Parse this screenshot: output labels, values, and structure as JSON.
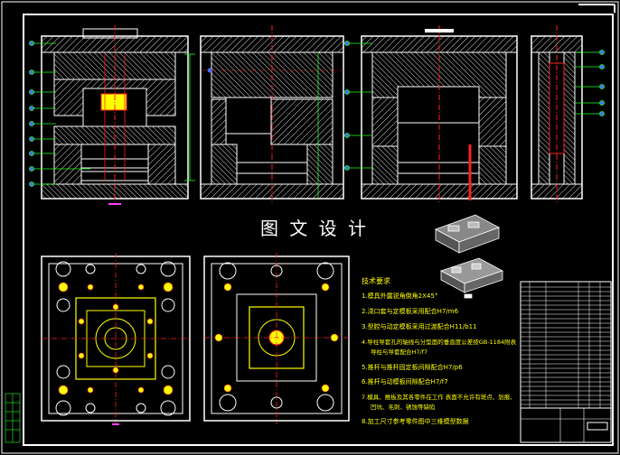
{
  "watermark": {
    "text": "图 文 设 计"
  },
  "tech_requirements": {
    "title": "技术要求",
    "items": [
      "1.模具外露锐角倒角2X45°",
      "2.浇口套与定模板采用配合H7/m6",
      "3.型腔与动定模板采用过渡配合H11/b11",
      "4.导柱导套孔的轴线与分型面的垂直度公差按GB-1184附表",
      "导柱与导套配合H7/f7",
      "5.推杆与推杆固定板间隙配合H7/p6",
      "6.推杆与动模板间隙配合H7/f7",
      "7.模具、推板及其各零件在工作 表面不允许有斑点、划痕、",
      "凹坑、毛刺、锈蚀等缺陷",
      "8.加工尺寸参考零件图中三维模型数据"
    ]
  },
  "colors": {
    "background": "#000000",
    "line": "#ffffff",
    "accent_red": "#ff2020",
    "accent_green": "#20ff20",
    "accent_yellow": "#ffff00",
    "accent_blue": "#4a6cff",
    "accent_magenta": "#ff40ff",
    "hatch": "#cfcfcf"
  }
}
